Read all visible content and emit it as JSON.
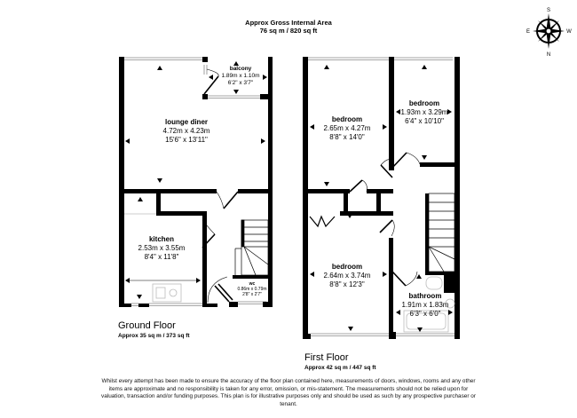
{
  "header": {
    "title": "Approx Gross Internal Area",
    "area": "76 sq m / 820 sq ft"
  },
  "compass": {
    "icon": "compass-rose-icon",
    "labels": {
      "top": "S",
      "left": "E",
      "right": "W",
      "bottom": "N"
    }
  },
  "ground_floor": {
    "title": "Ground Floor",
    "area": "Approx 35 sq m / 373 sq ft",
    "rooms": [
      {
        "name": "lounge diner",
        "metric": "4.72m x 4.23m",
        "imperial": "15'6\" x 13'11\""
      },
      {
        "name": "balcony",
        "metric": "1.89m x 1.10m",
        "imperial": "6'2\" x 3'7\""
      },
      {
        "name": "kitchen",
        "metric": "2.53m x 3.55m",
        "imperial": "8'4\" x 11'8\""
      },
      {
        "name": "wc",
        "metric": "0.86m x 0.79m",
        "imperial": "2'8\" x 2'7\""
      }
    ]
  },
  "first_floor": {
    "title": "First Floor",
    "area": "Approx 42 sq m / 447 sq ft",
    "rooms": [
      {
        "name": "bedroom",
        "metric": "2.65m x 4.27m",
        "imperial": "8'8\" x 14'0\""
      },
      {
        "name": "bedroom",
        "metric": "1.93m x 3.29m",
        "imperial": "6'4\" x 10'10\""
      },
      {
        "name": "bedroom",
        "metric": "2.64m x 3.74m",
        "imperial": "8'8\" x 12'3\""
      },
      {
        "name": "bathroom",
        "metric": "1.91m x 1.83m",
        "imperial": "6'3\" x 6'0\""
      }
    ]
  },
  "disclaimer": "Whilst every attempt has been made to ensure the accuracy of the floor plan contained here, measurements of doors, windows, rooms and any other items are approximate and no responsibility is taken for any error, omission, or mis-statement. The measurements should not be relied upon for valuation, transaction and/or funding purposes. This plan is for illustrative purposes only and should be used as such by any prospective purchaser or tenant.",
  "colors": {
    "wall": "#000000",
    "fixture": "#bbbbbb",
    "window": "#888888",
    "background": "#ffffff"
  }
}
